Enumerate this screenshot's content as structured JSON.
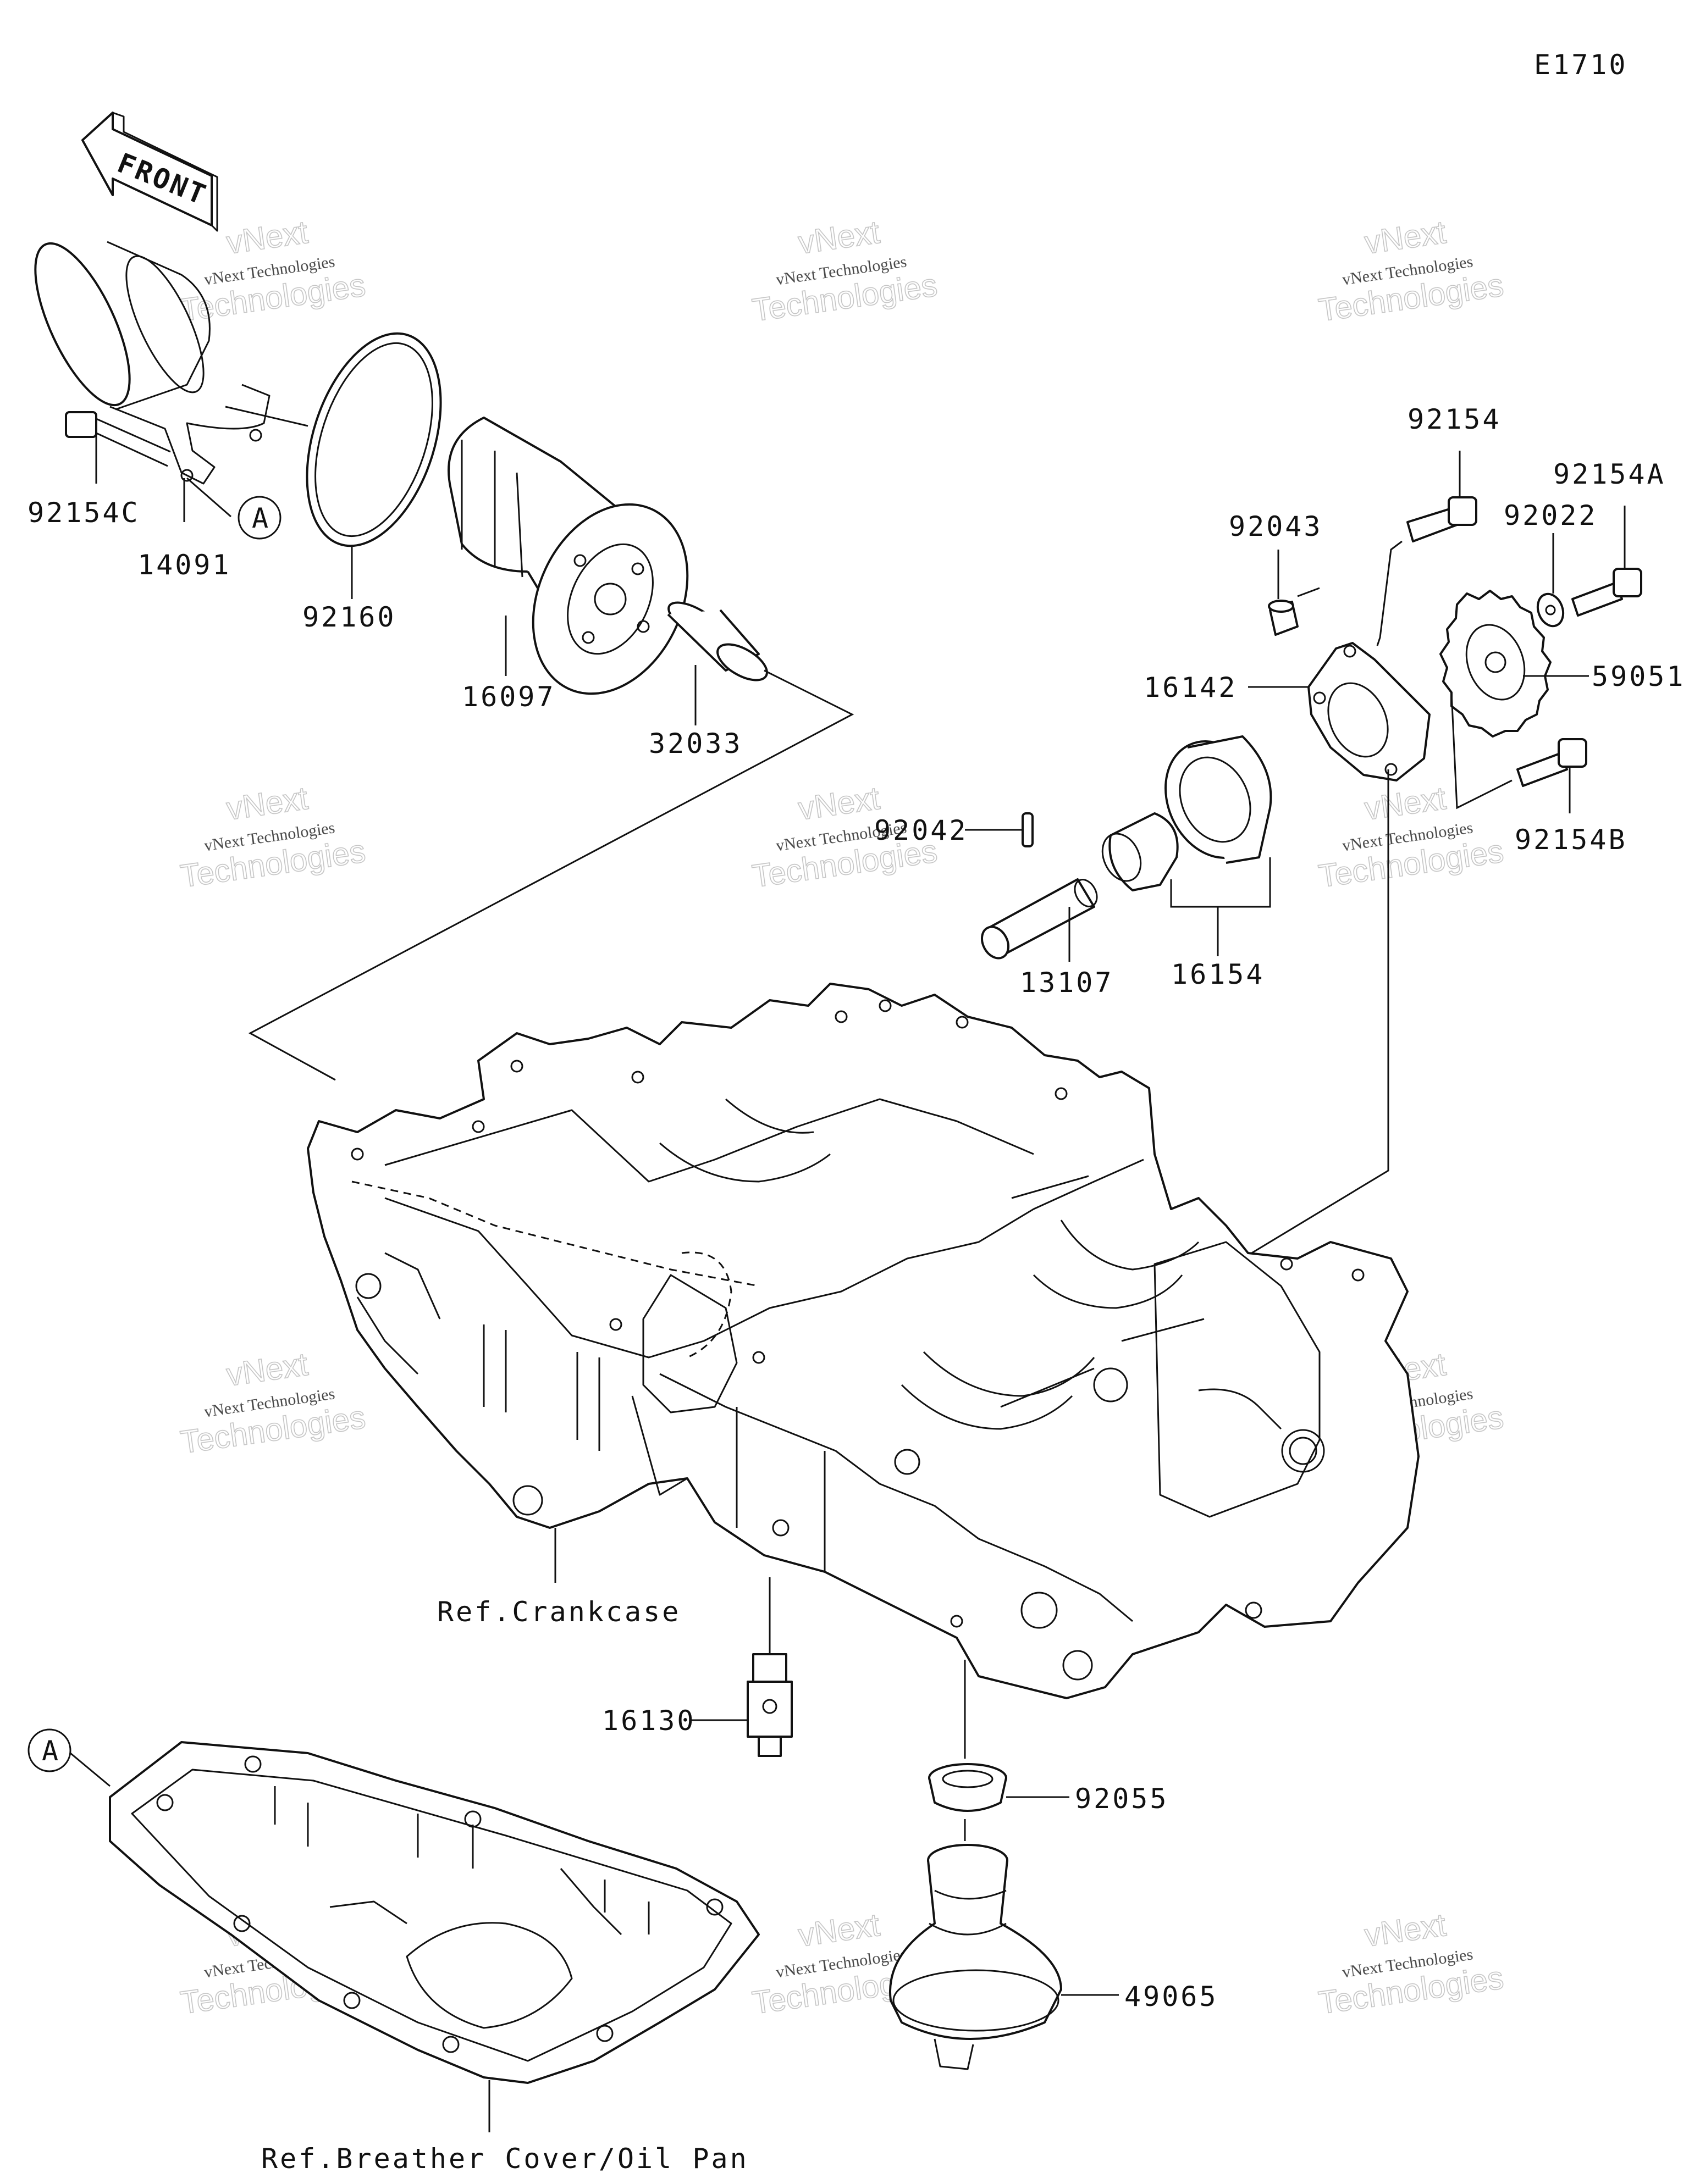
{
  "diagram_code": "E1710",
  "front_arrow_label": "FRONT",
  "ref_markers": [
    "A",
    "A"
  ],
  "parts": [
    {
      "key": "14091",
      "label": "14091"
    },
    {
      "key": "92154C",
      "label": "92154C"
    },
    {
      "key": "92160",
      "label": "92160"
    },
    {
      "key": "16097",
      "label": "16097"
    },
    {
      "key": "32033",
      "label": "32033"
    },
    {
      "key": "92154",
      "label": "92154"
    },
    {
      "key": "92154A",
      "label": "92154A"
    },
    {
      "key": "92043",
      "label": "92043"
    },
    {
      "key": "92022",
      "label": "92022"
    },
    {
      "key": "16142",
      "label": "16142"
    },
    {
      "key": "59051",
      "label": "59051"
    },
    {
      "key": "92042",
      "label": "92042"
    },
    {
      "key": "92154B",
      "label": "92154B"
    },
    {
      "key": "13107",
      "label": "13107"
    },
    {
      "key": "16154",
      "label": "16154"
    },
    {
      "key": "16130",
      "label": "16130"
    },
    {
      "key": "92055",
      "label": "92055"
    },
    {
      "key": "49065",
      "label": "49065"
    }
  ],
  "references": {
    "crankcase": "Ref.Crankcase",
    "oil_pan": "Ref.Breather Cover/Oil Pan"
  },
  "watermark": {
    "line1": "vNext Technologies",
    "line2": "Technologies",
    "line3": "vNext"
  }
}
